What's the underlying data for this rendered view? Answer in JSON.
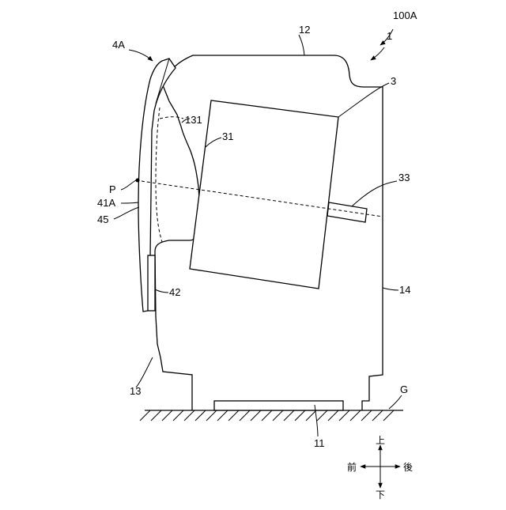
{
  "labels": {
    "fig_ref": "100A",
    "unit_ref": "1",
    "top_panel": "12",
    "drum": "3",
    "drum_part": "31",
    "sensor": "33",
    "back_wall": "14",
    "front_lower": "13",
    "base": "11",
    "ground": "G",
    "door": "4A",
    "rim_131": "131",
    "point": "P",
    "door_window": "41A",
    "door_edge": "45",
    "hinge": "42"
  },
  "compass": {
    "up": "上",
    "down": "下",
    "front": "前",
    "back": "後"
  },
  "colors": {
    "line": "#000000",
    "background": "#ffffff"
  }
}
